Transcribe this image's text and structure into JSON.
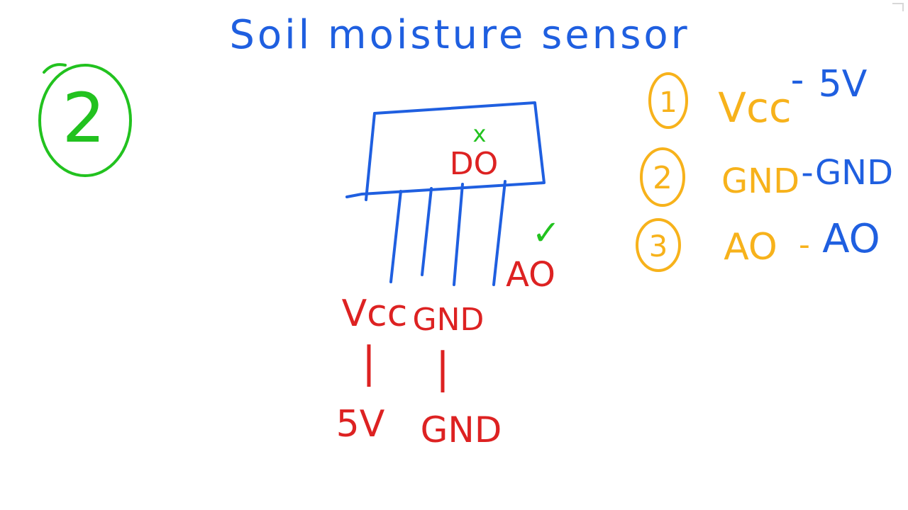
{
  "title": "Soil moisture sensor",
  "step_number": "2",
  "module": {
    "do_label": "DO",
    "do_mark": "x",
    "ao_label": "AO",
    "ao_mark": "✓",
    "pin_vcc": "Vcc",
    "pin_gnd": "GND",
    "dash": "|",
    "vcc_target": "5V",
    "gnd_target": "GND"
  },
  "connections": [
    {
      "number": "1",
      "from": "Vcc",
      "to": "5V"
    },
    {
      "number": "2",
      "from": "GND",
      "to": "GND"
    },
    {
      "number": "3",
      "from": "AO",
      "to": "AO"
    }
  ],
  "connector": "-",
  "colors": {
    "blue": "#1f5fe0",
    "red": "#dd2222",
    "green": "#22c21f",
    "orange": "#f7b21b"
  }
}
